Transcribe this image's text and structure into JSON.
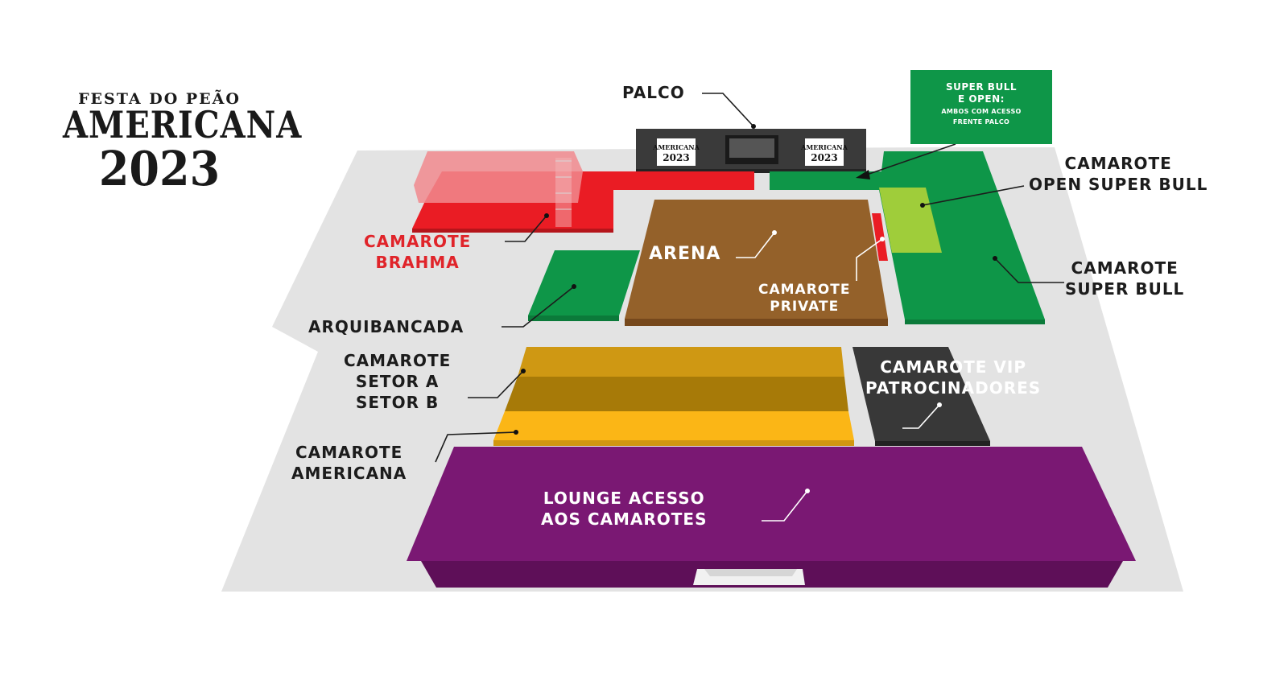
{
  "logo": {
    "line1": "FESTA DO PEÃO",
    "line2": "AMERICANA",
    "line3": "2023"
  },
  "labels": {
    "palco": "PALCO",
    "super_bull_open_title_1": "SUPER BULL",
    "super_bull_open_title_2": "E OPEN:",
    "super_bull_open_note_1": "AMBOS COM ACESSO",
    "super_bull_open_note_2": "FRENTE PALCO",
    "camarote_open_super_bull_1": "CAMAROTE",
    "camarote_open_super_bull_2": "OPEN SUPER BULL",
    "camarote_brahma_1": "CAMAROTE",
    "camarote_brahma_2": "BRAHMA",
    "arena": "ARENA",
    "camarote_private_1": "CAMAROTE",
    "camarote_private_2": "PRIVATE",
    "camarote_super_bull_1": "CAMAROTE",
    "camarote_super_bull_2": "SUPER BULL",
    "arquibancada": "ARQUIBANCADA",
    "camarote_setores_1": "CAMAROTE",
    "camarote_setores_2": "SETOR A",
    "camarote_setores_3": "SETOR B",
    "camarote_vip_1": "CAMAROTE VIP",
    "camarote_vip_2": "PATROCINADORES",
    "camarote_americana_1": "CAMAROTE",
    "camarote_americana_2": "AMERICANA",
    "lounge_1": "LOUNGE ACESSO",
    "lounge_2": "AOS CAMAROTES"
  },
  "colors": {
    "ground": "#e3e3e3",
    "brahma": "#ea1c24",
    "green": "#0e9648",
    "lime": "#9fcd3a",
    "arena": "#94612a",
    "sector_a": "#cf9813",
    "sector_b": "#a77a08",
    "americana": "#fbb616",
    "vip": "#383838",
    "lounge": "#7a1873",
    "stage": "#2e2e2e"
  }
}
